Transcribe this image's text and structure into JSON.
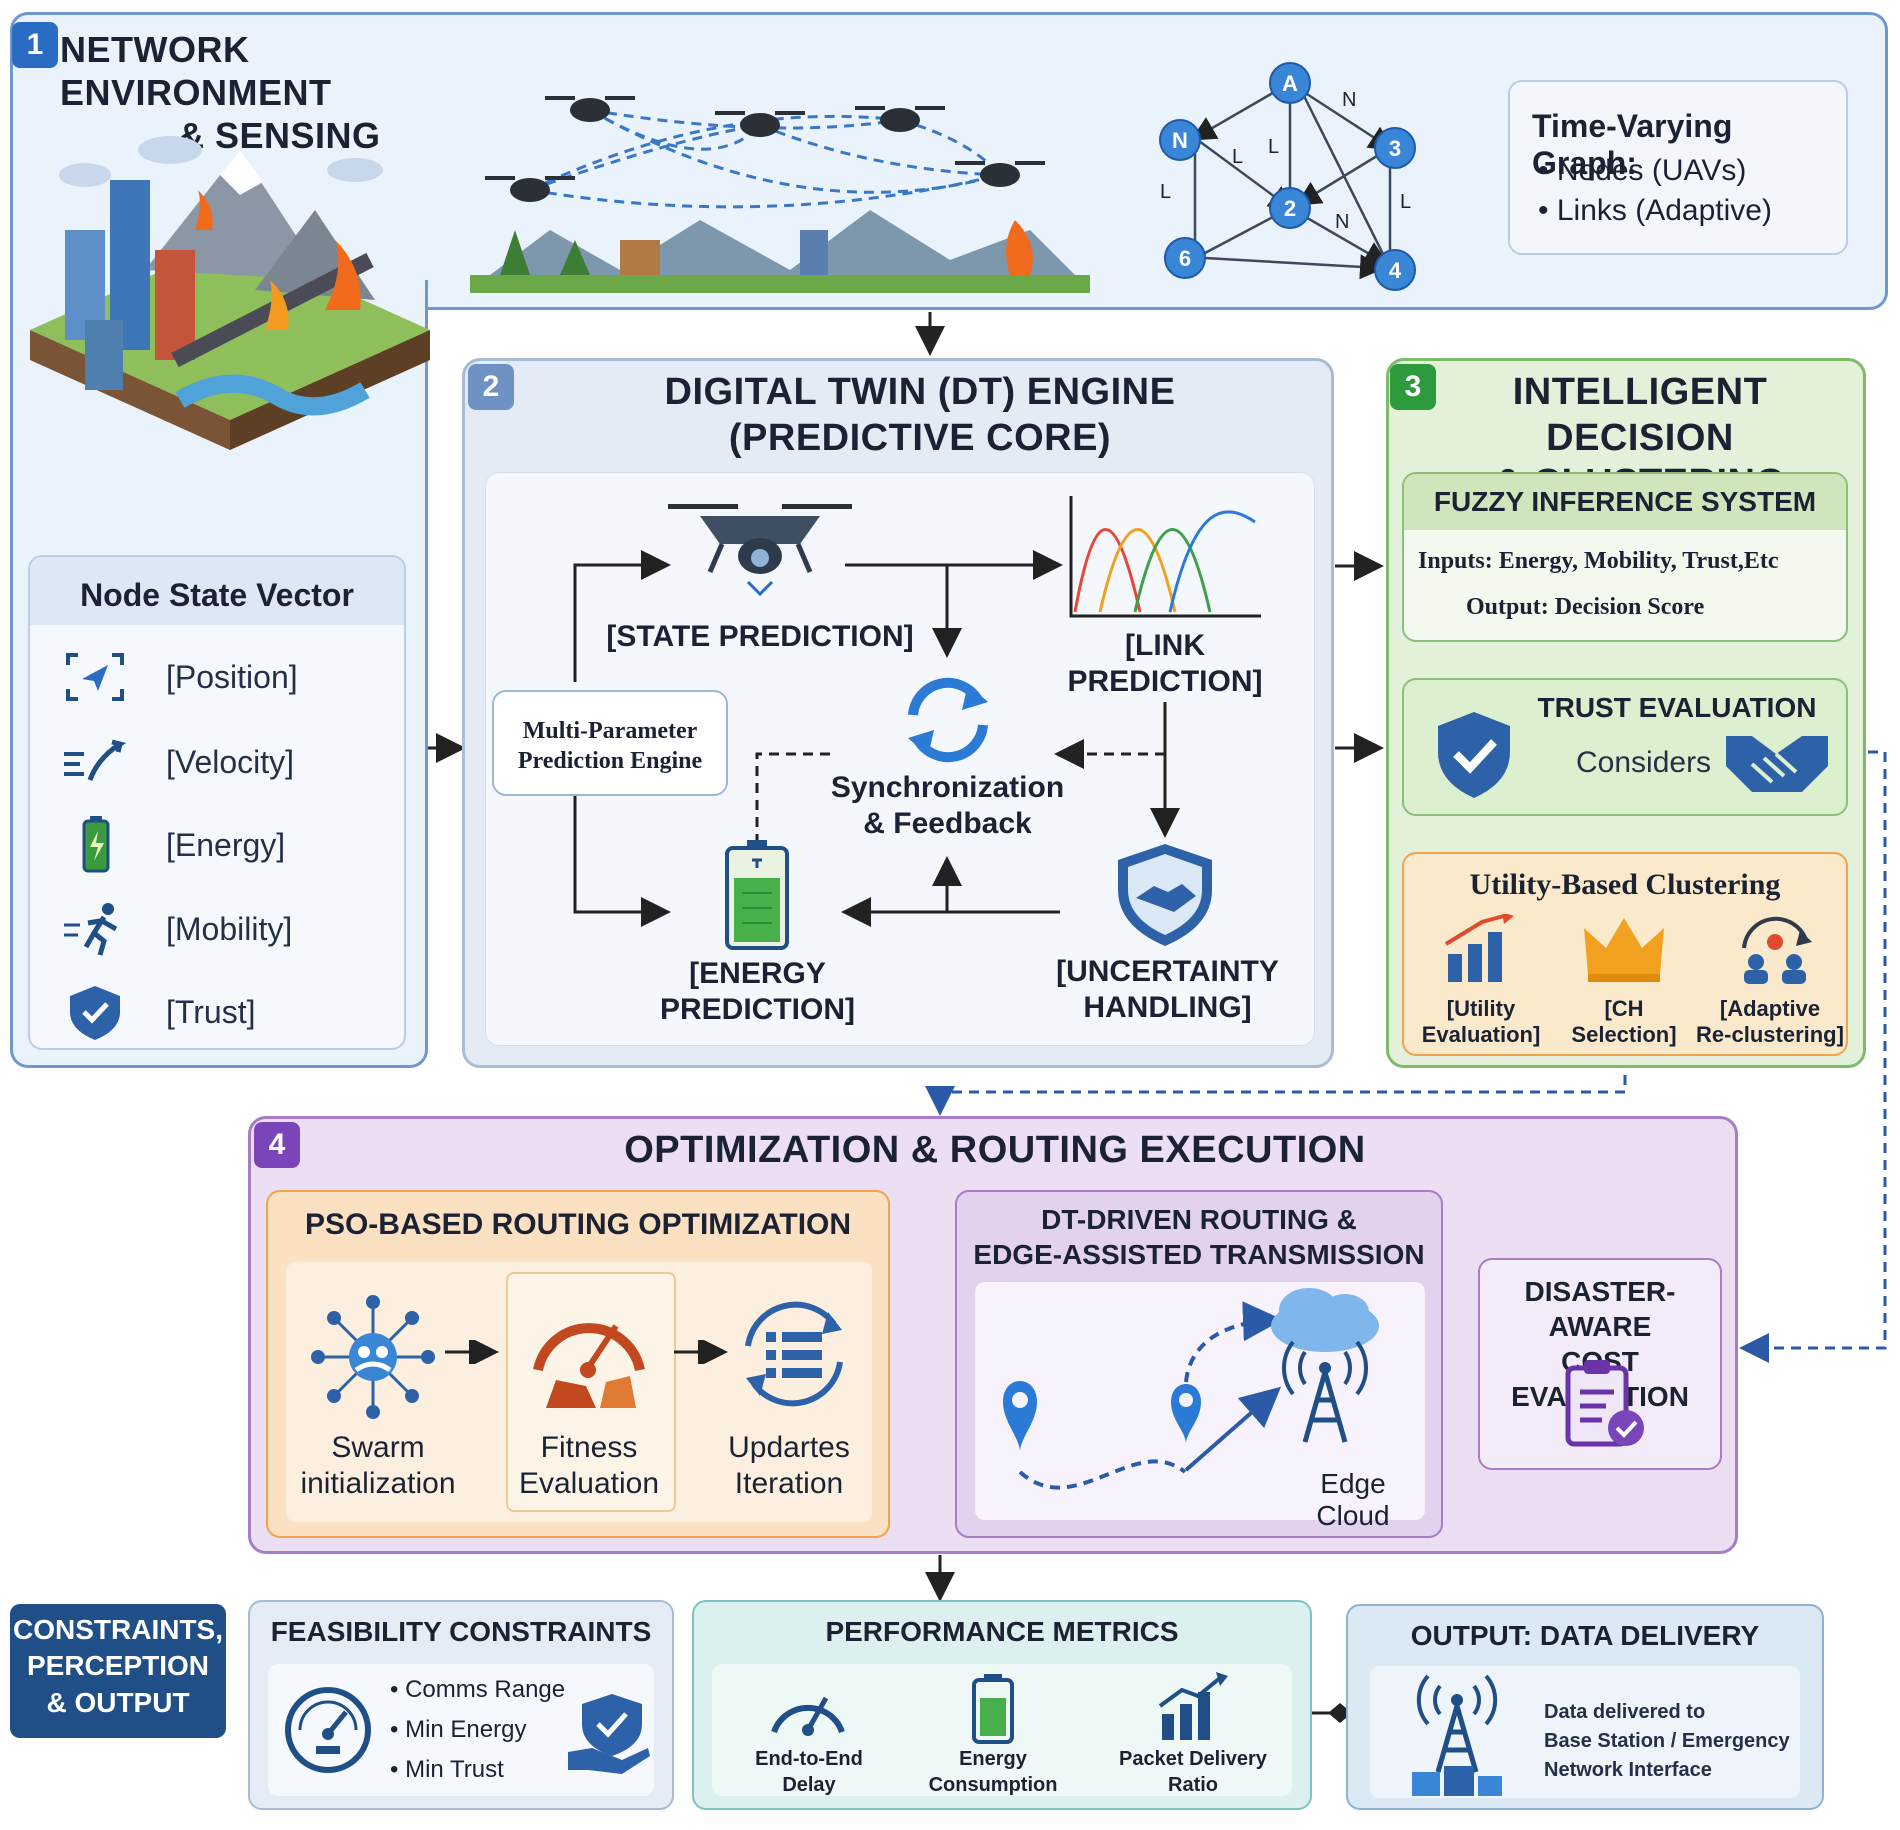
{
  "section1": {
    "number": "1",
    "title_line1": "NETWORK ENVIRONMENT",
    "title_line2": "& SENSING",
    "graph_nodes": [
      "A",
      "N",
      "3",
      "2",
      "6",
      "4"
    ],
    "graph_edge_labels": [
      "N",
      "L",
      "L",
      "L",
      "N",
      "L"
    ],
    "tvg_title": "Time-Varying Graph:",
    "tvg_items": [
      "• Nodes (UAVs)",
      "• Links (Adaptive)"
    ],
    "node_state": {
      "title": "Node State Vector",
      "items": [
        "[Position]",
        "[Velocity]",
        "[Energy]",
        "[Mobility]",
        "[Trust]"
      ]
    }
  },
  "section2": {
    "number": "2",
    "title_line1": "DIGITAL TWIN (DT) ENGINE",
    "title_line2": "(PREDICTIVE CORE)",
    "state_prediction": "[STATE PREDICTION]",
    "link_prediction_l1": "[LINK",
    "link_prediction_l2": "PREDICTION]",
    "multi_param_l1": "Multi-Parameter",
    "multi_param_l2": "Prediction Engine",
    "sync_l1": "Synchronization",
    "sync_l2": "& Feedback",
    "energy_pred_l1": "[ENERGY",
    "energy_pred_l2": "PREDICTION]",
    "uncertainty_l1": "[UNCERTAINTY",
    "uncertainty_l2": "HANDLING]"
  },
  "section3": {
    "number": "3",
    "title_line1": "INTELLIGENT DECISION",
    "title_line2": "& CLUSTERING",
    "fuzzy_title": "FUZZY INFERENCE SYSTEM",
    "fuzzy_inputs": "Inputs: Energy, Mobility, Trust,Etc",
    "fuzzy_output": "Output: Decision Score",
    "trust_title": "TRUST EVALUATION",
    "trust_considers": "Considers",
    "utility_title": "Utility-Based Clustering",
    "utility_items": [
      {
        "l1": "[Utility",
        "l2": "Evaluation]"
      },
      {
        "l1": "[CH",
        "l2": "Selection]"
      },
      {
        "l1": "[Adaptive",
        "l2": "Re-clustering]"
      }
    ]
  },
  "section4": {
    "number": "4",
    "title": "OPTIMIZATION & ROUTING EXECUTION",
    "pso_title": "PSO-BASED ROUTING OPTIMIZATION",
    "pso_steps": [
      {
        "l1": "Swarm",
        "l2": "initialization"
      },
      {
        "l1": "Fitness",
        "l2": "Evaluation"
      },
      {
        "l1": "Updartes",
        "l2": "Iteration"
      }
    ],
    "dt_title_l1": "DT-DRIVEN ROUTING &",
    "dt_title_l2": "EDGE-ASSISTED TRANSMISSION",
    "edge_cloud": "Edge Cloud",
    "disaster_l1": "DISASTER-AWARE",
    "disaster_l2": "COST EVALUATION"
  },
  "bottom": {
    "label_l1": "CONSTRAINTS,",
    "label_l2": "PERCEPTION",
    "label_l3": "& OUTPUT",
    "feasibility_title": "FEASIBILITY CONSTRAINTS",
    "feasibility_items": [
      "• Comms Range",
      "• Min Energy",
      "• Min Trust"
    ],
    "performance_title": "PERFORMANCE METRICS",
    "metrics": [
      {
        "l1": "End-to-End",
        "l2": "Delay"
      },
      {
        "l1": "Energy",
        "l2": "Consumption"
      },
      {
        "l1": "Packet Delivery",
        "l2": "Ratio"
      }
    ],
    "output_title": "OUTPUT: DATA DELIVERY",
    "output_text_l1": "Data delivered to",
    "output_text_l2": "Base Station / Emergency",
    "output_text_l3": "Network Interface"
  },
  "colors": {
    "blue_badge": "#2a6cc4",
    "green_badge": "#2e9a3e",
    "purple_badge": "#7a45b8",
    "navy_label": "#1f4f86",
    "orange": "#f2a34b"
  }
}
